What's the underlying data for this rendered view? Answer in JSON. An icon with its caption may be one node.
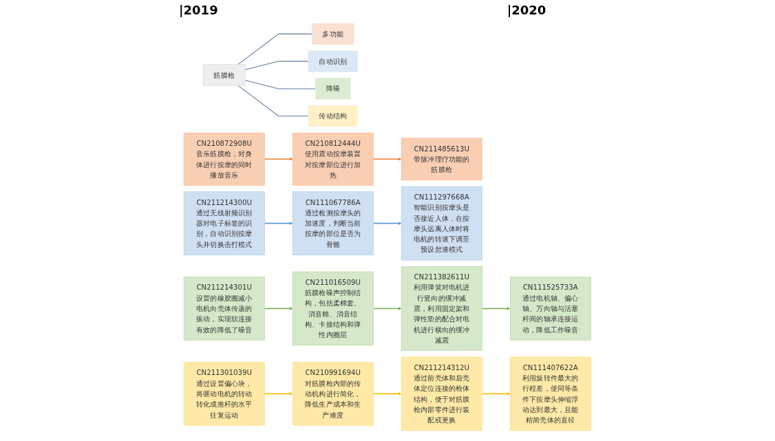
{
  "diagram": {
    "nodes": [
      {
        "text": [
          "筋膜枪"
        ]
      },
      {
        "text": [
          "多功能"
        ]
      },
      {
        "text": [
          "自动识别"
        ]
      },
      {
        "text": [
          "降噪"
        ]
      },
      {
        "text": [
          "传动结构"
        ]
      },
      {
        "text": [
          "CN210872908U",
          "音乐筋膜枪，对身体进行按摩的同时播放音乐"
        ]
      },
      {
        "text": [
          "CN210812444U",
          "使用震动按摩装置对按摩部位进行加热"
        ]
      },
      {
        "text": [
          "CN211485613U",
          "带脉冲理疗功能的筋膜枪"
        ]
      },
      {
        "text": [
          "CN211214300U",
          "通过无线射频识别器对电子标签的识别，自动识别按摩头并切换击打模式"
        ]
      },
      {
        "text": [
          "CN111067786A",
          "通过检测按摩头的加速度，判断当前按摩的部位是否为骨骼"
        ]
      },
      {
        "text": [
          "CN111297668A",
          "智能识别按摩头是否接近人体，在按摩头远离人体时将电机的转速下调至预设怠速模式"
        ]
      },
      {
        "text": [
          "CN211214301U",
          "设置的橡胶圈减小电机向壳体传递的振动，实现软连接有效的降低了噪音"
        ]
      },
      {
        "text": [
          "CN211016509U",
          "筋膜枪噪声控制结构，包括柔棉套、消音棉、消音结构、卡接结构和弹性内圈层"
        ]
      },
      {
        "text": [
          "CN211382611U",
          "利用弹簧对电机进行竖向的缓冲减震，利用固定架和弹性垫的配合对电机进行横向的缓冲减震"
        ]
      },
      {
        "text": [
          "CN111525733A",
          "通过电机轴、偏心轴、万向轴与活塞杆间的轴承连接运动，降低工作噪音"
        ]
      },
      {
        "text": [
          "CN211301039U",
          "通过设置偏心块，将驱动电机的转动转化成推杆的水平往复运动"
        ]
      },
      {
        "text": [
          "CN210991694U",
          "对筋膜枪内部的传动机构进行简化，降低生产成本和生产难度"
        ]
      },
      {
        "text": [
          "CN211214312U",
          "通过前壳体和后壳体定位连接的枪体结构，便于对筋膜枪内部零件进行装配或更换"
        ]
      },
      {
        "text": [
          "CN111407622A",
          "利用旋转件最大的行程差，使同等条件下按摩头伸缩浮动达到最大，且能精简壳体的直径"
        ]
      }
    ],
    "edges": [
      {
        "from": 0,
        "to": 1,
        "arrow": "none"
      },
      {
        "from": 0,
        "to": 2,
        "arrow": "none"
      },
      {
        "from": 0,
        "to": 3,
        "arrow": "none"
      },
      {
        "from": 0,
        "to": 4,
        "arrow": "none"
      },
      {
        "from": 5,
        "to": 6,
        "arrow": "to",
        "color": "#ed7d31"
      },
      {
        "from": 6,
        "to": 7,
        "arrow": "to",
        "color": "#ed7d31"
      },
      {
        "from": 8,
        "to": 9,
        "arrow": "to",
        "color": "#5b9bd5"
      },
      {
        "from": 9,
        "to": 10,
        "arrow": "to",
        "color": "#5b9bd5"
      },
      {
        "from": 11,
        "to": 12,
        "arrow": "to",
        "color": "#70ad47"
      },
      {
        "from": 12,
        "to": 13,
        "arrow": "to",
        "color": "#70ad47"
      },
      {
        "from": 13,
        "to": 14,
        "arrow": "to",
        "color": "#70ad47"
      },
      {
        "from": 15,
        "to": 16,
        "arrow": "to",
        "color": "#ffc000"
      },
      {
        "from": 16,
        "to": 17,
        "arrow": "to",
        "color": "#ffc000"
      },
      {
        "from": 17,
        "to": 18,
        "arrow": "to",
        "color": "#ffc000"
      }
    ],
    "labels": [
      "|2019",
      "|2020"
    ]
  }
}
